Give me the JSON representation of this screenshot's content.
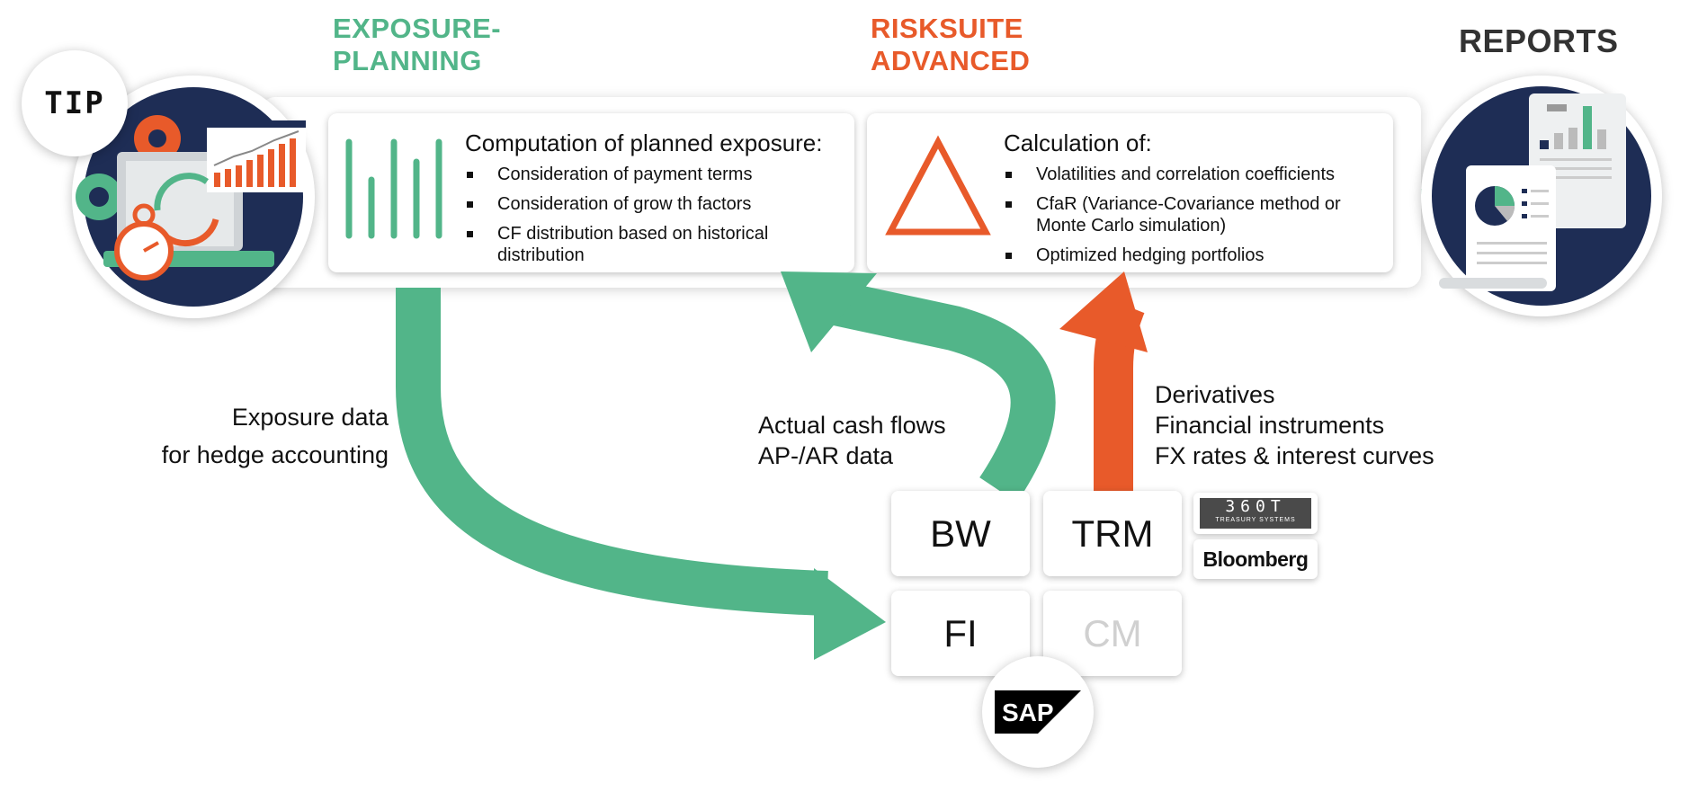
{
  "colors": {
    "green": "#52b589",
    "orange": "#e85a2a",
    "navy": "#1e2d55",
    "gray_text": "#333333",
    "cm_gray": "#d0d0d0"
  },
  "titles": {
    "exposure_line1": "EXPOSURE-",
    "exposure_line2": "PLANNING",
    "risk_line1": "RISKSUITE",
    "risk_line2": "ADVANCED",
    "reports": "REPORTS"
  },
  "tip_logo": "TIP",
  "exposure_card": {
    "icon": "bar-lines-icon",
    "heading": "Computation of planned exposure:",
    "bullets": [
      "Consideration of payment terms",
      "Consideration of grow th factors",
      "CF distribution based on historical distribution"
    ]
  },
  "risk_card": {
    "icon": "triangle-delta-icon",
    "heading": "Calculation of:",
    "bullets": [
      "Volatilities and correlation coefficients",
      "CfaR (Variance-Covariance method or Monte Carlo simulation)",
      "Optimized hedging portfolios"
    ]
  },
  "flows": {
    "exposure_line1": "Exposure data",
    "exposure_line2": "for hedge accounting",
    "actual_line1": "Actual cash flows",
    "actual_line2": "AP-/AR data",
    "deriv_line1": "Derivatives",
    "deriv_line2": "Financial instruments",
    "deriv_line3": "FX rates & interest curves"
  },
  "modules": {
    "bw": "BW",
    "trm": "TRM",
    "fi": "FI",
    "cm": "CM"
  },
  "logos": {
    "treasury_top": "360T",
    "treasury_sub": "TREASURY SYSTEMS",
    "bloomberg": "Bloomberg",
    "sap": "SAP"
  }
}
